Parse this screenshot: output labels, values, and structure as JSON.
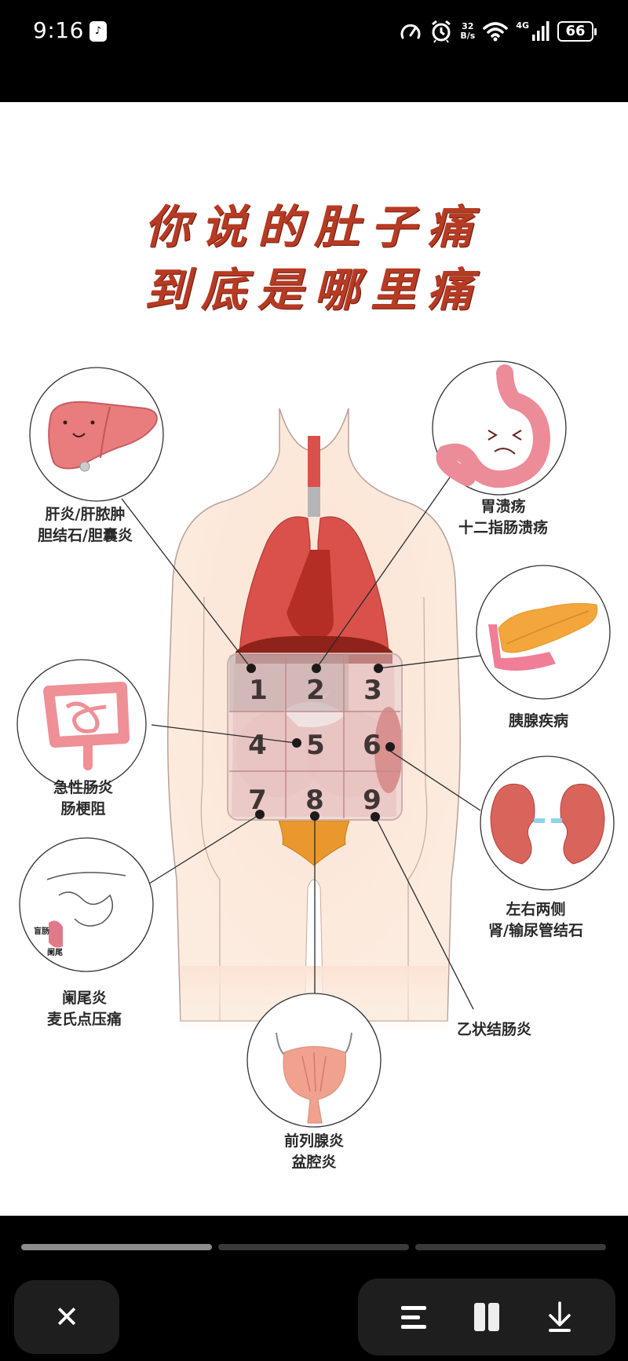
{
  "status_bar": {
    "time": "9:16",
    "app_icon": "tiktok-icon",
    "icons": [
      "speedometer-icon",
      "alarm-icon",
      "wifi-icon",
      "signal-icon"
    ],
    "net_speed_value": "32",
    "net_speed_unit": "B/s",
    "network_type": "4G",
    "battery_level": "66"
  },
  "image": {
    "title_line1": "你说的肚子痛",
    "title_line2": "到底是哪里痛",
    "regions": [
      "1",
      "2",
      "3",
      "4",
      "5",
      "6",
      "7",
      "8",
      "9"
    ],
    "callouts": [
      {
        "organ": "liver",
        "label_line1": "肝炎/肝脓肿",
        "label_line2": "胆结石/胆囊炎",
        "region": "1"
      },
      {
        "organ": "stomach",
        "label_line1": "胃溃疡",
        "label_line2": "十二指肠溃疡",
        "region": "2"
      },
      {
        "organ": "pancreas",
        "label_line1": "胰腺疾病",
        "label_line2": "",
        "region": "3"
      },
      {
        "organ": "intestine",
        "label_line1": "急性肠炎",
        "label_line2": "肠梗阻",
        "region": "5"
      },
      {
        "organ": "kidneys",
        "label_line1": "左右两侧",
        "label_line2": "肾/输尿管结石",
        "region": "6"
      },
      {
        "organ": "appendix",
        "label_line1": "阑尾炎",
        "label_line2": "麦氏点压痛",
        "region": "7",
        "inner_labels": [
          "盲肠",
          "阑尾"
        ]
      },
      {
        "organ": "prostate",
        "label_line1": "前列腺炎",
        "label_line2": "盆腔炎",
        "region": "8"
      },
      {
        "organ": "sigmoid-colon",
        "label_line1": "乙状结肠炎",
        "label_line2": "",
        "region": "9"
      }
    ]
  },
  "bottom_bar": {
    "progress_segments": [
      {
        "state": "active",
        "color": "#8c8c8c"
      },
      {
        "state": "pending",
        "color": "#3a3a3a"
      },
      {
        "state": "pending",
        "color": "#3a3a3a"
      }
    ],
    "close_label": "✕",
    "controls": [
      "list-icon",
      "pause-icon",
      "download-icon"
    ]
  },
  "colors": {
    "title_red": "#b73a23",
    "skin": "#fbe3d3",
    "lung_red": "#d9514a",
    "organ_dark": "#8f2219",
    "grid_line": "#c48a8a",
    "bladder_orange": "#e9982e"
  }
}
